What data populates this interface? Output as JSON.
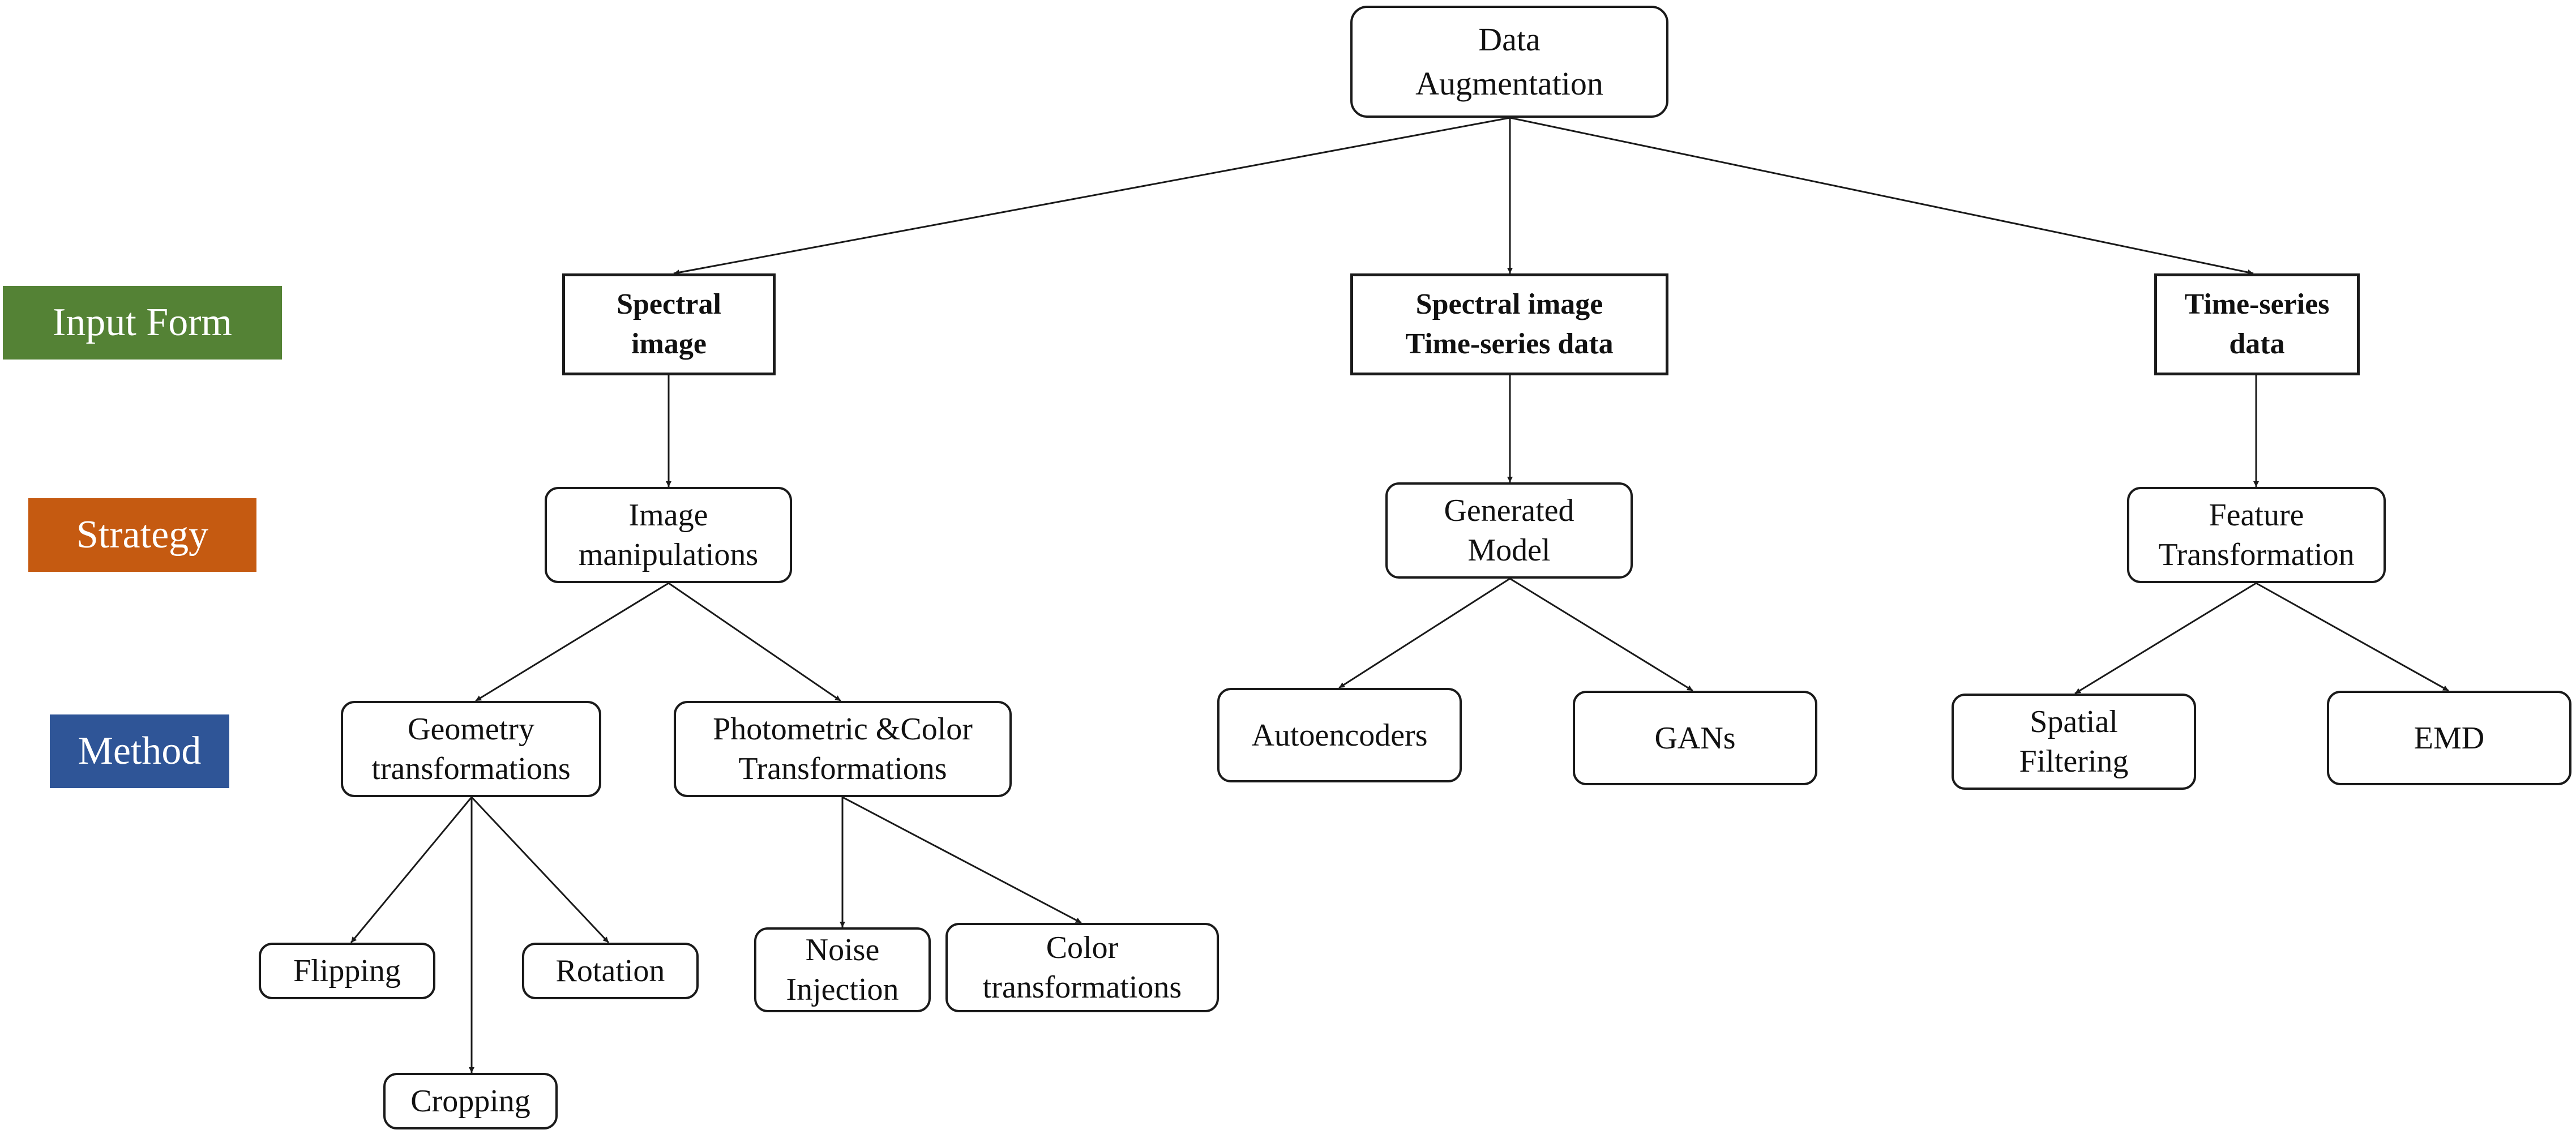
{
  "levels": {
    "input_form": {
      "label": "Input Form",
      "color": "#548235"
    },
    "strategy": {
      "label": "Strategy",
      "color": "#C55A11"
    },
    "method": {
      "label": "Method",
      "color": "#2F5597"
    }
  },
  "nodes": {
    "root": "Data\nAugmentation",
    "spectral_image": "Spectral\nimage",
    "spectral_timeseries": "Spectral image\nTime-series data",
    "timeseries": "Time-series\ndata",
    "image_manipulations": "Image\nmanipulations",
    "generated_model": "Generated\nModel",
    "feature_transformation": "Feature\nTransformation",
    "geometry_transformations": "Geometry\ntransformations",
    "photometric_color": "Photometric &Color\nTransformations",
    "autoencoders": "Autoencoders",
    "gans": "GANs",
    "spatial_filtering": "Spatial\nFiltering",
    "emd": "EMD",
    "flipping": "Flipping",
    "cropping": "Cropping",
    "rotation": "Rotation",
    "noise_injection": "Noise\nInjection",
    "color_transformations": "Color\ntransformations"
  }
}
